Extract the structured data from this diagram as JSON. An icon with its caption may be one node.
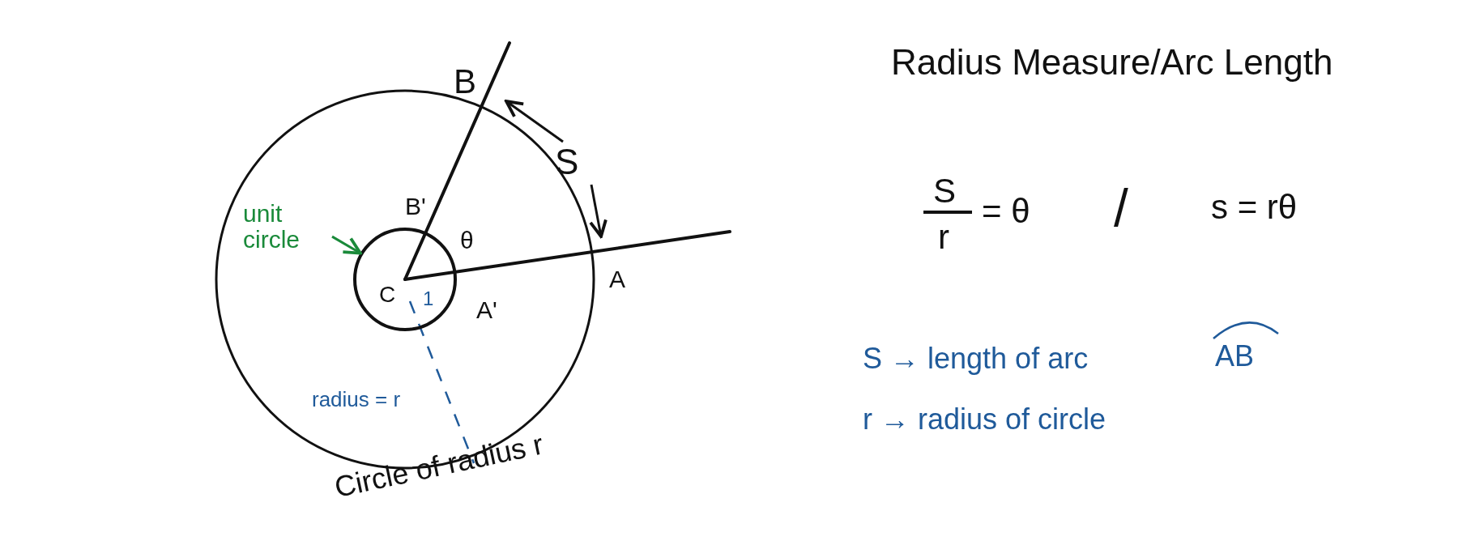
{
  "diagram": {
    "title": "Radius Measure/Arc Length",
    "nodes": [
      {
        "text": [
          "unit circle"
        ]
      },
      {
        "text": [],
        "shape": "circle"
      }
    ],
    "edges": [
      {
        "from": 0,
        "to": 1,
        "arrow": "to"
      }
    ],
    "labels": [
      "B",
      "S",
      "B'",
      "θ",
      "C",
      "1",
      "A'",
      "A",
      "radius = r",
      "Circle of radius r",
      "S",
      "r",
      "= θ",
      "/",
      "s = rθ",
      "S → length of arc",
      "AB",
      "r → radius of circle"
    ]
  }
}
